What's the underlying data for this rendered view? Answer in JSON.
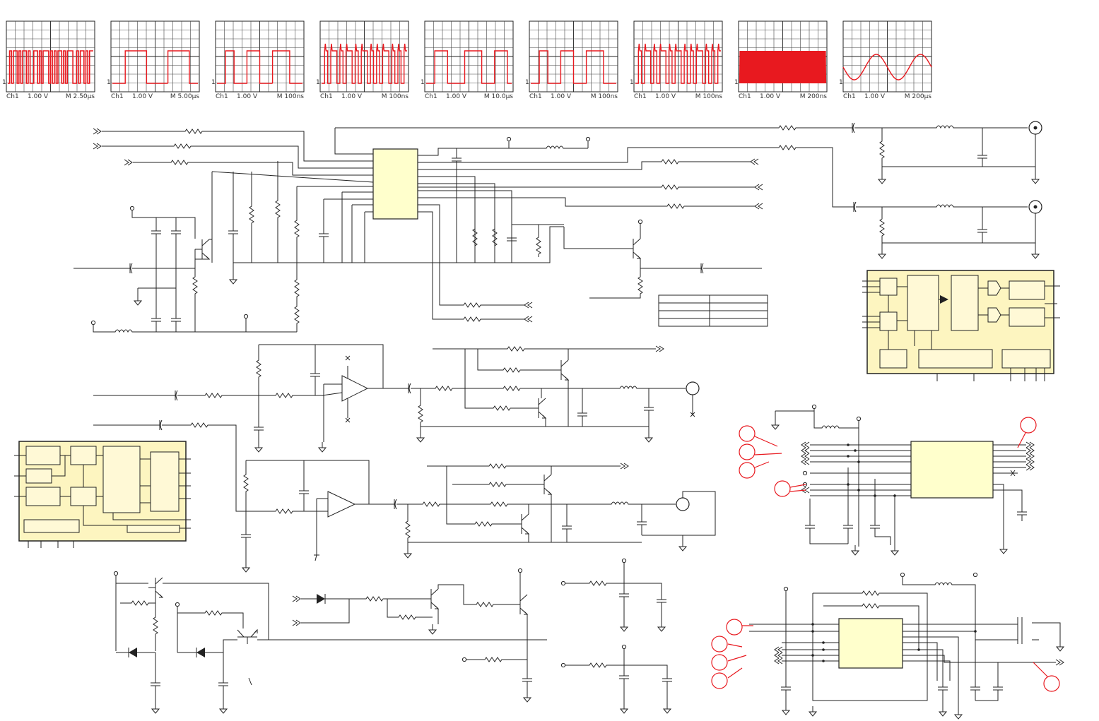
{
  "scopes": [
    {
      "channel": "Ch1",
      "volts": "1.00 V",
      "time": "M 2.50µs",
      "wave": "burst"
    },
    {
      "channel": "Ch1",
      "volts": "1.00 V",
      "time": "M 5.00µs",
      "wave": "square-slow"
    },
    {
      "channel": "Ch1",
      "volts": "1.00 V",
      "time": "M  100ns",
      "wave": "square-fast"
    },
    {
      "channel": "Ch1",
      "volts": "1.00 V",
      "time": "M  100ns",
      "wave": "spiky"
    },
    {
      "channel": "Ch1",
      "volts": "1.00 V",
      "time": "M 10.0µs",
      "wave": "square-slow2"
    },
    {
      "channel": "Ch1",
      "volts": "1.00 V",
      "time": "M  100ns",
      "wave": "square-fast"
    },
    {
      "channel": "Ch1",
      "volts": "1.00 V",
      "time": "M  100ns",
      "wave": "spiky"
    },
    {
      "channel": "Ch1",
      "volts": "1.00 V",
      "time": "M  200ns",
      "wave": "dense"
    },
    {
      "channel": "Ch1",
      "volts": "1.00 V",
      "time": "M  200µs",
      "wave": "sine"
    }
  ],
  "colors": {
    "trace": "#e8191f",
    "ic_fill": "#ffffcc",
    "panel_fill": "#fdf5c0",
    "marker": "#e8191f"
  },
  "icons": [
    "oscilloscope-grid-icon",
    "resistor-icon",
    "capacitor-icon",
    "inductor-icon",
    "transistor-icon",
    "diode-icon",
    "ground-icon",
    "connector-jack-icon",
    "op-amp-icon"
  ]
}
